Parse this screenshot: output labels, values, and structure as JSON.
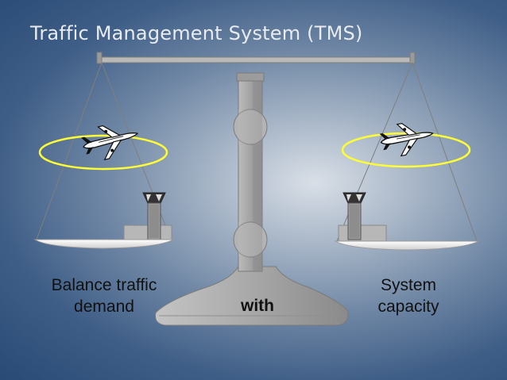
{
  "title": "Traffic Management System (TMS)",
  "left_label": {
    "line1": "Balance traffic",
    "line2": "demand"
  },
  "center_label": "with",
  "right_label": {
    "line1": "System",
    "line2": "capacity"
  },
  "icons": {
    "aircraft": "airplane-icon",
    "tower": "control-tower-icon"
  },
  "colors": {
    "background_dark": "#284a75",
    "background_light": "#d9dfe7",
    "scale_gray": "#a6a6a6",
    "holding_ring": "#ffff33",
    "title_text": "#e8ebf0"
  }
}
